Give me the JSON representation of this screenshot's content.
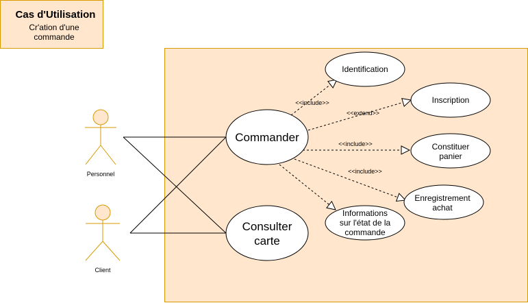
{
  "title_box": {
    "title": "Cas d'Utilisation",
    "subtitle_line1": "Cr'ation d'une",
    "subtitle_line2": "commande"
  },
  "actors": {
    "personnel": "Personnel",
    "client": "Client"
  },
  "use_cases": {
    "commander": "Commander",
    "consulter_line1": "Consulter",
    "consulter_line2": "carte",
    "identification": "Identification",
    "inscription": "Inscription",
    "constituer_line1": "Constituer",
    "constituer_line2": "panier",
    "enregistrement_line1": "Enregistrement",
    "enregistrement_line2": "achat",
    "informations_line1": "Informations",
    "informations_line2": "sur l'état de la",
    "informations_line3": "commande"
  },
  "relations": {
    "include_identification": "<<include>>",
    "extend_inscription": "<<extend>>",
    "include_panier": "<<include>>",
    "include_enregistrement": "<<include>>"
  },
  "colors": {
    "fill": "#ffe6cc",
    "stroke": "#d79b00",
    "usecase_fill": "#ffffff",
    "line": "#000000"
  }
}
